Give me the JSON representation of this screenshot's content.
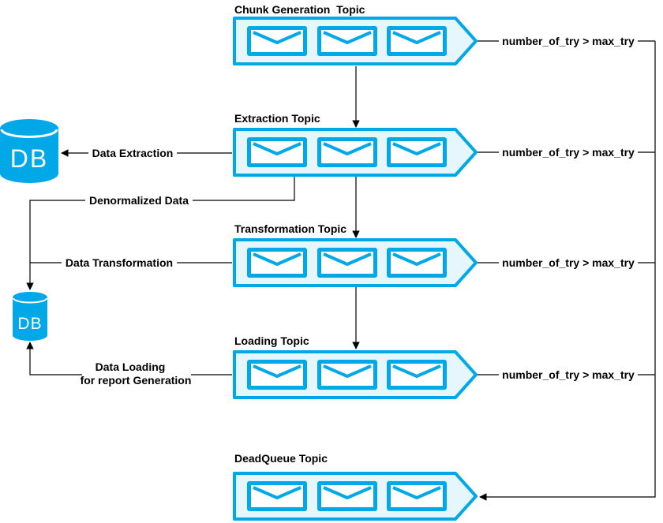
{
  "topics": [
    {
      "title": "Chunk Generation  Topic"
    },
    {
      "title": "Extraction Topic"
    },
    {
      "title": "Transformation Topic"
    },
    {
      "title": "Loading Topic"
    },
    {
      "title": "DeadQueue Topic"
    }
  ],
  "retry_label": "number_of_try > max_try",
  "databases": [
    {
      "label": "DB"
    },
    {
      "label": "DB"
    }
  ],
  "edges": {
    "data_extraction": "Data Extraction",
    "denormalized_data": "Denormalized Data",
    "data_transformation": "Data Transformation",
    "data_loading_line1": "Data Loading",
    "data_loading_line2": "for report Generation"
  },
  "colors": {
    "accent": "#00a8e8",
    "fill": "#e6f6fd",
    "line": "#000000",
    "text": "#000000",
    "db_text": "#ffffff"
  },
  "icons": {
    "queue": "message-queue-icon",
    "message": "envelope-icon",
    "database": "database-icon"
  }
}
